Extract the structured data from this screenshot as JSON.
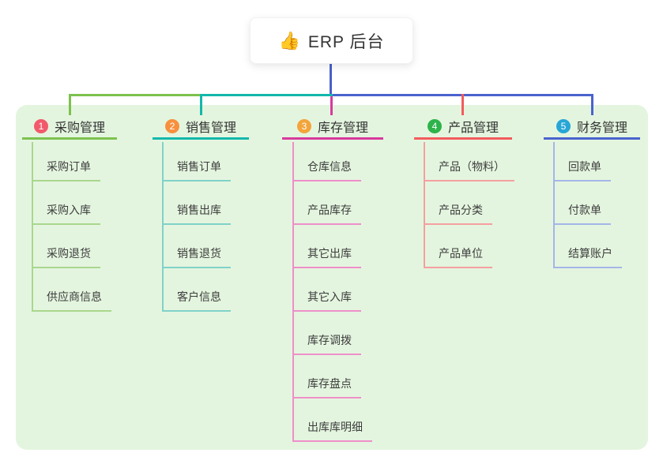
{
  "root": {
    "icon": "thumbs-up",
    "emoji": "👍",
    "title": "ERP 后台"
  },
  "colors": {
    "panel_bg": "#e4f5df",
    "root_line": "#4a5fc9",
    "branch_green": "#7cc24e",
    "branch_teal": "#14b8ab",
    "branch_magenta": "#d83a9e",
    "branch_red": "#f25c5c",
    "branch_blue": "#4a63ce",
    "badge_red": "#f25a6b",
    "badge_orange": "#f7903e",
    "badge_amber": "#f3a43b",
    "badge_green": "#2db34a",
    "badge_cyan": "#27a6d6"
  },
  "branches": [
    {
      "index": "1",
      "title": "采购管理",
      "color": "#7cc24e",
      "light": "#a9d78d",
      "badge_color": "#f25a6b",
      "children": [
        "采购订单",
        "采购入库",
        "采购退货",
        "供应商信息"
      ]
    },
    {
      "index": "2",
      "title": "销售管理",
      "color": "#14b8ab",
      "light": "#7fd2c9",
      "badge_color": "#f7903e",
      "children": [
        "销售订单",
        "销售出库",
        "销售退货",
        "客户信息"
      ]
    },
    {
      "index": "3",
      "title": "库存管理",
      "color": "#d83a9e",
      "light": "#ee8fc9",
      "badge_color": "#f3a43b",
      "children": [
        "仓库信息",
        "产品库存",
        "其它出库",
        "其它入库",
        "库存调拨",
        "库存盘点",
        "出库库明细"
      ]
    },
    {
      "index": "4",
      "title": "产品管理",
      "color": "#f25c5c",
      "light": "#f59f9f",
      "badge_color": "#2db34a",
      "children": [
        "产品（物料）",
        "产品分类",
        "产品单位"
      ]
    },
    {
      "index": "5",
      "title": "财务管理",
      "color": "#4a63ce",
      "light": "#a3b6e8",
      "badge_color": "#27a6d6",
      "children": [
        "回款单",
        "付款单",
        "结算账户"
      ]
    }
  ]
}
